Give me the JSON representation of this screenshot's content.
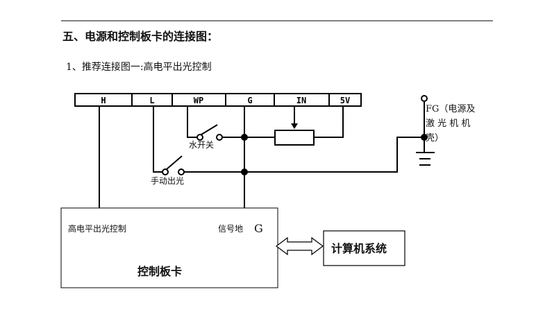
{
  "heading": "五、电源和控制板卡的连接图：",
  "subheading": "1、推荐连接图一:高电平出光控制",
  "connector": {
    "pins": [
      "H",
      "L",
      "WP",
      "G",
      "IN",
      "5V"
    ]
  },
  "labels": {
    "water_switch": "水开关",
    "manual_emit": "手动出光",
    "fg_line1": "FG（电源及",
    "fg_line2": "激 光 机 机",
    "fg_line3": "壳）"
  },
  "control_board": {
    "title": "控制板卡",
    "high_level": "高电平出光控制",
    "signal_ground": "信号地",
    "signal_ground_letter": "G"
  },
  "computer": {
    "title": "计算机系统"
  }
}
